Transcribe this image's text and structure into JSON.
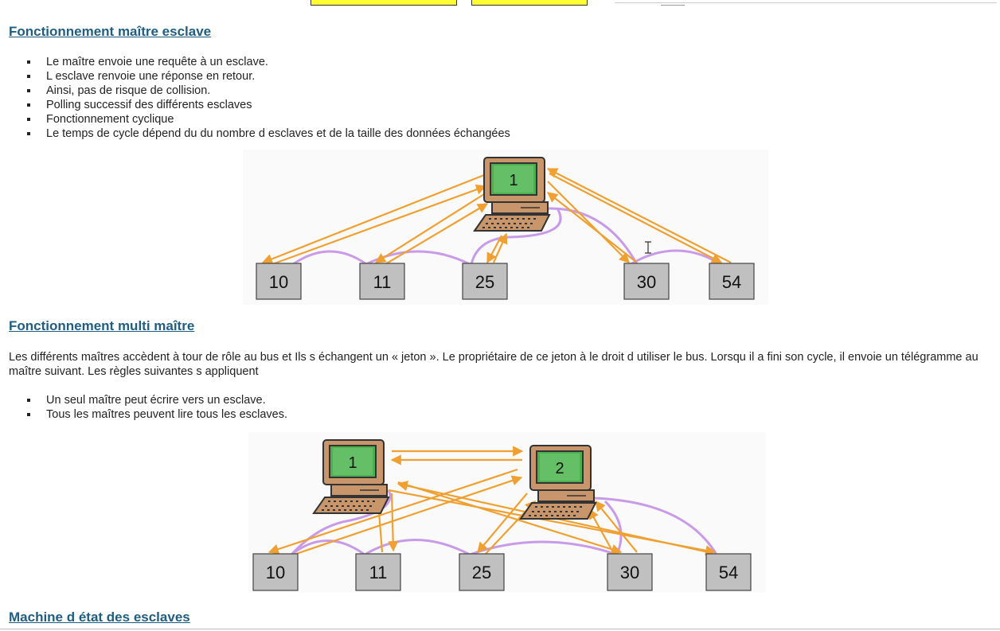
{
  "section1": {
    "title": "Fonctionnement maître esclave",
    "bullets": [
      "Le maître envoie une requête à un esclave.",
      "L   esclave renvoie une réponse en retour.",
      "Ainsi, pas de risque de collision.",
      "Polling successif des différents esclaves",
      "Fonctionnement cyclique",
      "Le temps de cycle dépend du du nombre d   esclaves et de la taille des données échangées"
    ],
    "diagram": {
      "master_label": "1",
      "slaves": [
        "10",
        "11",
        "25",
        "30",
        "54"
      ]
    }
  },
  "section2": {
    "title": "Fonctionnement multi maître",
    "paragraph": " Les différents maîtres accèdent à tour de rôle au bus et Ils s   échangent un « jeton ». Le propriétaire de ce jeton à le droit d   utiliser le bus. Lorsqu   il a fini son cycle, il envoie un télégramme au maître suivant.  Les règles suivantes s   appliquent",
    "bullets": [
      "Un seul maître peut écrire vers un esclave.",
      "Tous les maîtres peuvent lire tous les esclaves."
    ],
    "diagram": {
      "master1_label": "1",
      "master2_label": "2",
      "slaves": [
        "10",
        "11",
        "25",
        "30",
        "54"
      ]
    }
  },
  "section3": {
    "title": "Machine d   état des esclaves"
  },
  "colors": {
    "heading": "#1f5e82",
    "arrow": "#f0a030",
    "bus": "#c89ae8",
    "slave_box": "#c0c0c0",
    "screen": "#4caf50"
  }
}
